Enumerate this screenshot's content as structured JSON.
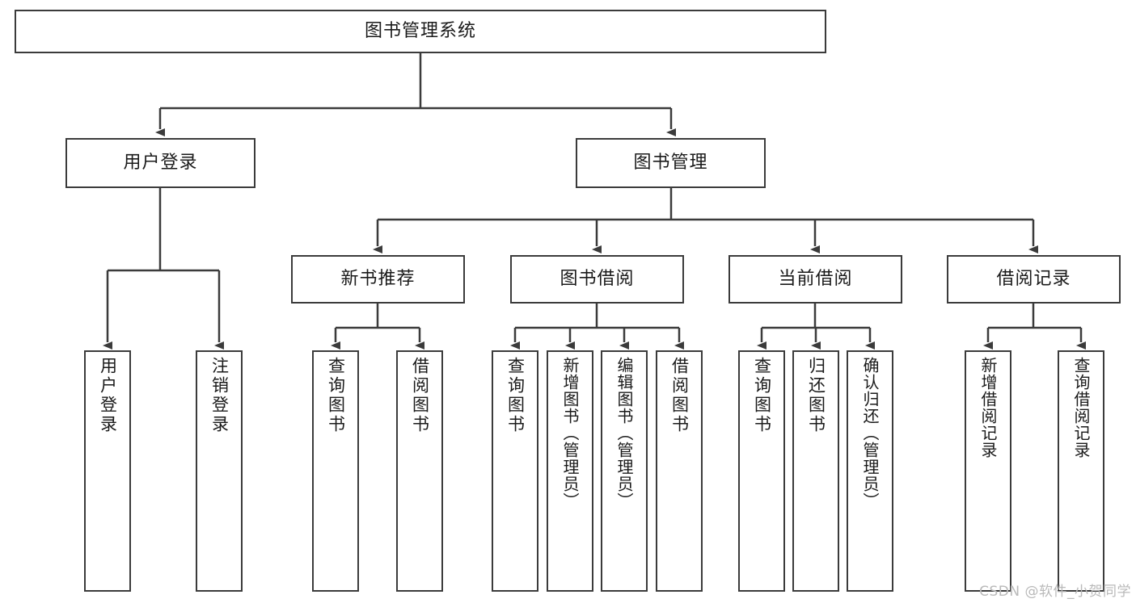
{
  "diagram": {
    "title": "图书管理系统",
    "root": {
      "id": "root",
      "label": "图书管理系统"
    },
    "level2": [
      {
        "id": "user-login",
        "label": "用户登录"
      },
      {
        "id": "book-manage",
        "label": "图书管理"
      }
    ],
    "level3": [
      {
        "id": "new-book-recommend",
        "label": "新书推荐"
      },
      {
        "id": "book-borrow",
        "label": "图书借阅"
      },
      {
        "id": "current-borrow",
        "label": "当前借阅"
      },
      {
        "id": "borrow-record",
        "label": "借阅记录"
      }
    ],
    "leaves": {
      "user_login": [
        {
          "id": "leaf-user-login",
          "label": "用户登录"
        },
        {
          "id": "leaf-logout-login",
          "label": "注销登录"
        }
      ],
      "new_book_recommend": [
        {
          "id": "leaf-query-book-1",
          "label": "查询图书"
        },
        {
          "id": "leaf-borrow-book-1",
          "label": "借阅图书"
        }
      ],
      "book_borrow": [
        {
          "id": "leaf-query-book-2",
          "label": "查询图书"
        },
        {
          "id": "leaf-add-book",
          "label": "新增图书（管理员）"
        },
        {
          "id": "leaf-edit-book",
          "label": "编辑图书（管理员）"
        },
        {
          "id": "leaf-borrow-book-2",
          "label": "借阅图书"
        }
      ],
      "current_borrow": [
        {
          "id": "leaf-query-book-3",
          "label": "查询图书"
        },
        {
          "id": "leaf-return-book",
          "label": "归还图书"
        },
        {
          "id": "leaf-confirm-return",
          "label": "确认归还（管理员）"
        }
      ],
      "borrow_record": [
        {
          "id": "leaf-add-record",
          "label": "新增借阅记录"
        },
        {
          "id": "leaf-query-record",
          "label": "查询借阅记录"
        }
      ]
    },
    "colors": {
      "stroke": "#3b3b3b",
      "background": "#ffffff",
      "text": "#1a1a1a",
      "watermark": "#b9b9b9"
    }
  },
  "watermark": {
    "text": "CSDN @软件_小贺同学"
  }
}
